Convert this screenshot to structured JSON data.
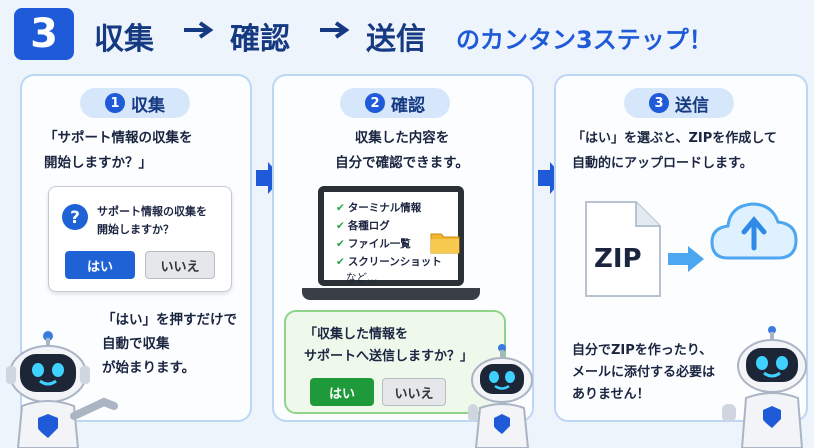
{
  "header": {
    "step_number": "3",
    "word1": "収集",
    "word2": "確認",
    "word3": "送信",
    "suffix": "のカンタン3ステップ！"
  },
  "panel1": {
    "pill_num": "1",
    "pill_label": "収集",
    "question_line1": "「サポート情報の収集を",
    "question_line2": "開始しますか？」",
    "dialog_line1": "サポート情報の収集を",
    "dialog_line2": "開始しますか？",
    "yes_label": "はい",
    "no_label": "いいえ",
    "note_line1": "「はい」を押すだけで",
    "note_line2": "自動で収集",
    "note_line3": "が始まります。"
  },
  "panel2": {
    "pill_num": "2",
    "pill_label": "確認",
    "intro_line1": "収集した内容を",
    "intro_line2": "自分で確認できます。",
    "items": [
      "ターミナル情報",
      "各種ログ",
      "ファイル一覧",
      "スクリーンショット",
      "など…"
    ],
    "bubble_line1": "「収集した情報を",
    "bubble_line2": "サポートへ送信しますか？」",
    "yes_label": "はい",
    "no_label": "いいえ"
  },
  "panel3": {
    "pill_num": "3",
    "pill_label": "送信",
    "intro_line1": "「はい」を選ぶと、ZIPを作成して",
    "intro_line2": "自動的にアップロードします。",
    "zip_label": "ZIP",
    "note_line1": "自分でZIPを作ったり、",
    "note_line2": "メールに添付する必要は",
    "note_line3": "ありません！"
  },
  "colors": {
    "primary": "#1f5bd8",
    "navy": "#163a82",
    "green": "#1e9a3b"
  }
}
